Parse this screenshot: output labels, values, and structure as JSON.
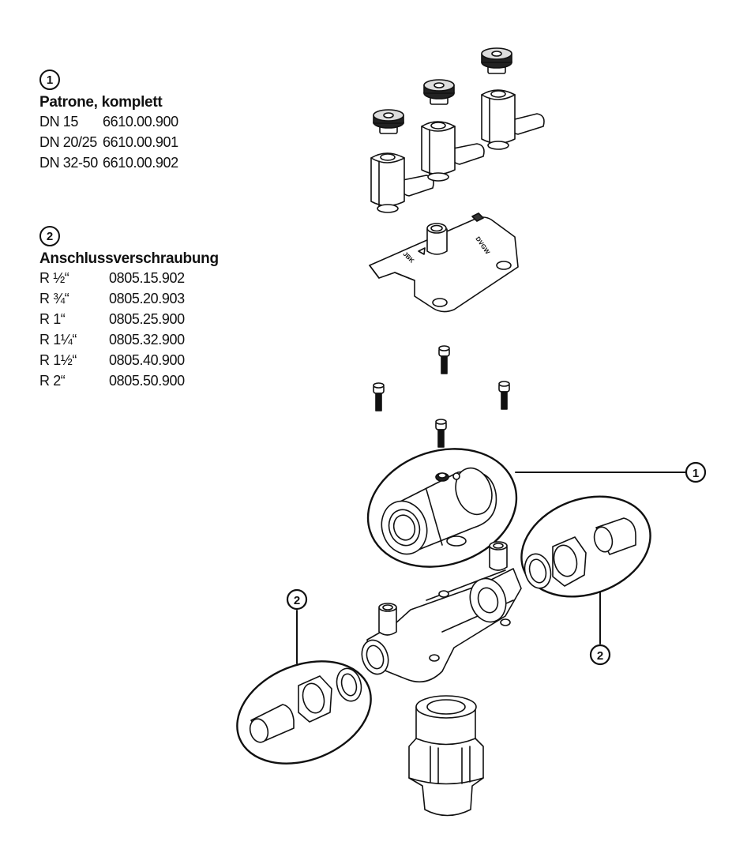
{
  "legend": [
    {
      "number": "1",
      "title": "Patrone, komplett",
      "rows": [
        {
          "size": "DN 15",
          "article": "6610.00.900"
        },
        {
          "size": "DN 20/25",
          "article": "6610.00.901"
        },
        {
          "size": "DN 32-50",
          "article": "6610.00.902"
        }
      ]
    },
    {
      "number": "2",
      "title": "Anschlussverschraubung",
      "rows": [
        {
          "size": "R ½“",
          "article": "0805.15.902"
        },
        {
          "size": "R ¾“",
          "article": "0805.20.903"
        },
        {
          "size": "R 1“",
          "article": "0805.25.900"
        },
        {
          "size": "R 1¼“",
          "article": "0805.32.900"
        },
        {
          "size": "R 1½“",
          "article": "0805.40.900"
        },
        {
          "size": "R 2“",
          "article": "0805.50.900"
        }
      ]
    }
  ],
  "callouts": {
    "cartridge": "1",
    "connector_right": "2",
    "connector_left": "2"
  },
  "cover_marks": {
    "left": "JBK",
    "right": "DVGW"
  },
  "colors": {
    "ink": "#111111",
    "background": "#ffffff"
  }
}
